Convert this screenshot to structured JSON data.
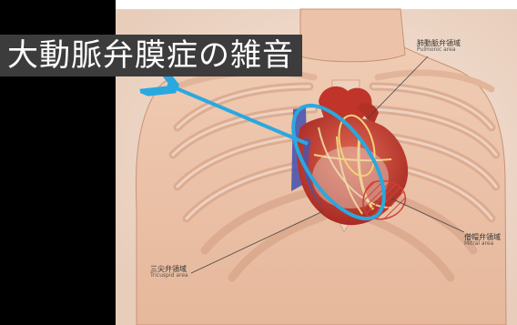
{
  "slide": {
    "title": "大動脈弁膜症の雑音",
    "colors": {
      "title_background": "#3c3c3c",
      "title_text": "#ffffff",
      "highlight_ring": "#2aa8e0",
      "left_bar": "#000000",
      "heart_red": "#c0342a",
      "heart_blue": "#4a55b0"
    },
    "auscultation_areas": [
      {
        "id": "pulmonic",
        "label_ja": "肺動脈弁領域",
        "label_en": "Pulmonic area"
      },
      {
        "id": "mitral",
        "label_ja": "僧帽弁領域",
        "label_en": "Mitral area"
      },
      {
        "id": "tricuspid",
        "label_ja": "三尖弁領域",
        "label_en": "Tricuspid area"
      }
    ],
    "icons": {
      "pointer_arrow": "arrow-left-up-icon",
      "highlight": "ellipse-highlight-icon"
    }
  }
}
